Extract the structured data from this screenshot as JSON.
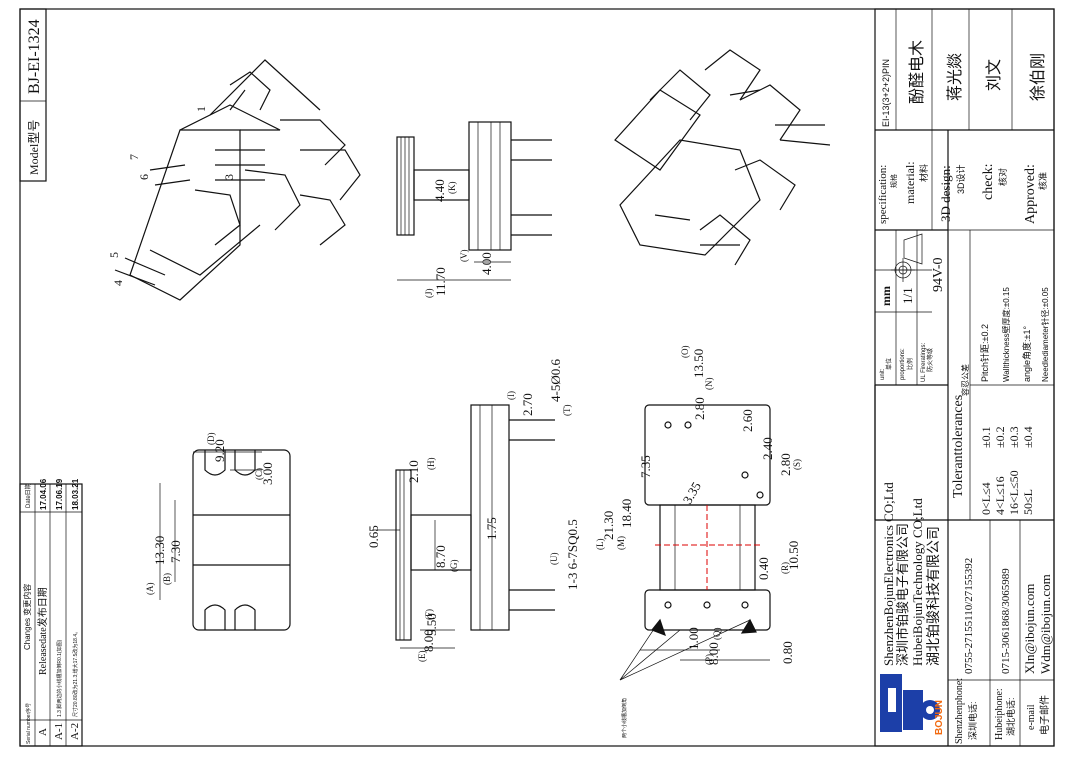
{
  "model": {
    "label": "Model型号",
    "value": "BJ-EI-1324"
  },
  "changes": {
    "header": [
      "Serial number序号",
      "Changes 变更内容",
      "Date日期"
    ],
    "rows": [
      [
        "A",
        "Releasedate发布日期",
        "17.04.06"
      ],
      [
        "A-1",
        "1.3 脚两边的小线槽加倒R0.1(如图)",
        "17.06.19"
      ],
      [
        "A-2",
        "尺寸20.80改为21.3;增大17.5改为18.4。",
        "18.03.21"
      ]
    ]
  },
  "title_block": {
    "specification": {
      "label": "specification:",
      "label_cn": "规格",
      "value": "EI-13(3+2+2)PIN"
    },
    "material": {
      "label": "material:",
      "label_cn": "材料",
      "value": "酚醛电木"
    },
    "design": {
      "label": "3D design:",
      "label_cn": "3D设计",
      "value": "蒋光燚"
    },
    "check": {
      "label": "check:",
      "label_cn": "核对",
      "value": "刘文"
    },
    "approved": {
      "label": "Approved:",
      "label_cn": "核准",
      "value": "徐伯刚"
    },
    "unit": {
      "label": "unit:",
      "label_cn": "单位",
      "value": "mm"
    },
    "proportion": {
      "label": "proportions:",
      "label_cn": "比例",
      "value": "1/1"
    },
    "ul": {
      "label": "UL Fireratings:",
      "label_cn": "防火等级",
      "value": "94V-0"
    },
    "tolerances": {
      "title": "Toleranttolerances",
      "title_cn": "容忍公差",
      "ranges": [
        "0<L≤4",
        "4<L≤16",
        "16<L≤50",
        "50≤L"
      ],
      "values": [
        "±0.1",
        "±0.2",
        "±0.3",
        "±0.4"
      ],
      "notes": [
        "Pitch针距:±0.2",
        "Wallthickness壁厚度:±0.15",
        "angle角度:±1°",
        "Needlediameter针径:±0.05"
      ]
    }
  },
  "company": {
    "logo_text": "BOJUN",
    "lines": [
      "ShenzhenBojunElectronics CO;Ltd",
      "深圳市铂骏电子有限公司",
      "HubeiBojunTechnology CO;Ltd",
      "湖北铂骏科技有限公司"
    ],
    "contacts": [
      {
        "label": "Shenzhenphone:",
        "label_cn": "深圳电话:",
        "value": "0755-27155110/27155392"
      },
      {
        "label": "Hubeiphone:",
        "label_cn": "湖北电话:",
        "value": "0715-3061868/3065989"
      },
      {
        "label": "e-mail",
        "label_cn": "电子邮件",
        "value1": "Xln@ibojun.com",
        "value2": "Wdm@ibojun.com"
      }
    ]
  },
  "pin_labels": [
    "1",
    "3",
    "6",
    "7",
    "5",
    "4"
  ],
  "dims": {
    "view_top": [
      "13.30",
      "(A)",
      "7.30",
      "(B)",
      "9.20",
      "(D)",
      "3.00",
      "(C)"
    ],
    "view_front": [
      "0.65",
      "8.70",
      "(G)",
      "5.50",
      "(F)",
      "8.00",
      "(E)",
      "2.10",
      "(H)",
      "1.75",
      "2.70",
      "(I)",
      "4-5Ø0.6",
      "(T)",
      "1-3 6-7SQ0.5",
      "(U)"
    ],
    "view_bottom": [
      "21.30",
      "(L)",
      "18.40",
      "(M)",
      "7.35",
      "(S)",
      "13.50",
      "(O)",
      "2.80",
      "(N)",
      "2.60",
      "2.40",
      "2.80",
      "3.35",
      "10.50",
      "(R)",
      "0.40",
      "8.00",
      "(P)",
      "(Q)",
      "1.00",
      "0.80"
    ],
    "view_side": [
      "4.40",
      "(K)",
      "4.00",
      "(V)",
      "11.70",
      "(J)"
    ],
    "note": "两个小线槽加倒角"
  }
}
